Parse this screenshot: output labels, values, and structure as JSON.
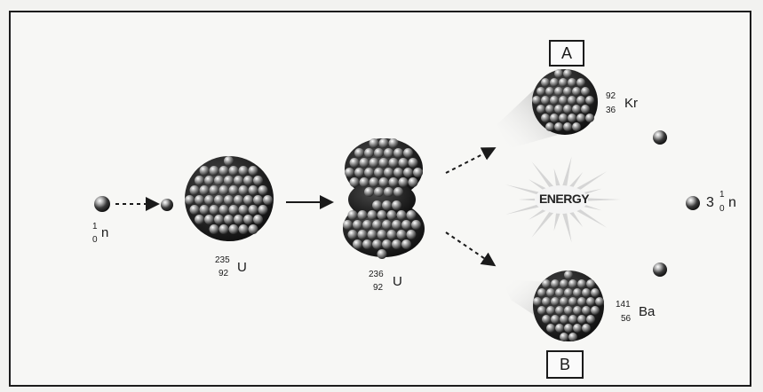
{
  "labels": {
    "box_a": "A",
    "box_b": "B",
    "energy": "ENERGY"
  },
  "incoming_neutron": {
    "mass": "1",
    "atomic": "0",
    "symbol": "n"
  },
  "uranium_235": {
    "mass": "235",
    "atomic": "92",
    "symbol": "U"
  },
  "uranium_236": {
    "mass": "236",
    "atomic": "92",
    "symbol": "U"
  },
  "krypton": {
    "mass": "92",
    "atomic": "36",
    "symbol": "Kr"
  },
  "barium": {
    "mass": "141",
    "atomic": "56",
    "symbol": "Ba"
  },
  "released_neutrons": {
    "count": "3",
    "mass": "1",
    "atomic": "0",
    "symbol": "n"
  },
  "colors": {
    "nucleus_dark": "#1b1b1b",
    "nucleus_light": "#d8d8d8",
    "frame": "#1c1c1c"
  }
}
